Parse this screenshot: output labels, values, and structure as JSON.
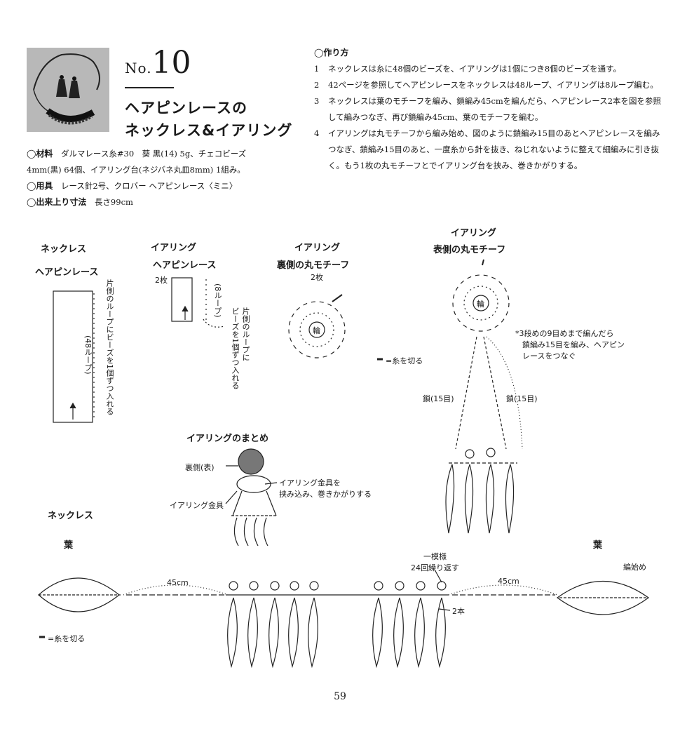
{
  "header": {
    "no_prefix": "No.",
    "no_number": "10",
    "title_line1": "ヘアピンレースの",
    "title_line2": "ネックレス&イアリング"
  },
  "materials": {
    "materials_label": "◯材料",
    "materials_line1": "ダルマレース糸#30　葵 黒(14) 5g、チェコビーズ",
    "materials_line2": "4mm(黒) 64個、イアリング台(ネジバネ丸皿8mm) 1組み。",
    "tools_label": "◯用具",
    "tools_text": "レース針2号、クロバー ヘアピンレース〈ミニ〉",
    "size_label": "◯出来上り寸法",
    "size_text": "長さ99cm"
  },
  "instructions": {
    "heading": "◯作り方",
    "steps": [
      {
        "n": "1",
        "text": "ネックレスは糸に48個のビーズを、イアリングは1個につき8個のビーズを通す。"
      },
      {
        "n": "2",
        "text": "42ページを参照してヘアピンレースをネックレスは48ループ、イアリングは8ループ編む。"
      },
      {
        "n": "3",
        "text": "ネックレスは葉のモチーフを編み、鎖編み45cmを編んだら、ヘアピンレース2本を図を参照して編みつなぎ、再び鎖編み45cm、葉のモチーフを編む。"
      },
      {
        "n": "4",
        "text": "イアリングは丸モチーフから編み始め、図のように鎖編み15目のあとヘアピンレースを編みつなぎ、鎖編み15目のあと、一度糸から針を抜き、ねじれないように整えて細編みに引き抜く。もう1枚の丸モチーフとでイアリング台を挟み、巻きかがりする。"
      }
    ]
  },
  "diagrams": {
    "necklace_hairpin": {
      "title1": "ネックレス",
      "title2": "ヘアピンレース",
      "loops": "(48ループ)",
      "note": "片側のループにビーズを1個ずつ入れる"
    },
    "earring_hairpin": {
      "title1": "イアリング",
      "title2": "ヘアピンレース",
      "count": "2枚",
      "loops": "(8ループ)",
      "note_line1": "片側のループに",
      "note_line2": "ビーズを1個ずつ入れる"
    },
    "back_motif": {
      "title1": "イアリング",
      "title2": "裏側の丸モチーフ",
      "count": "2枚",
      "center": "輪",
      "cut_note": "=糸を切る"
    },
    "front_motif": {
      "title1": "イアリング",
      "title2": "表側の丸モチーフ",
      "center": "輪",
      "note_line1": "*3段めの9目めまで編んだら",
      "note_line2": "鎖編み15目を編み、ヘアピン",
      "note_line3": "レースをつなぐ",
      "chain_left": "鎖(15目)",
      "chain_right": "鎖(15目)"
    },
    "assembly": {
      "title": "イアリングのまとめ",
      "back_label": "裏側(表)",
      "clasp_note_line1": "イアリング金具を",
      "clasp_note_line2": "挟み込み、巻きかがりする",
      "clasp_label": "イアリング金具"
    },
    "necklace": {
      "title": "ネックレス",
      "leaf_left": "葉",
      "leaf_right": "葉",
      "chain_left": "45cm",
      "chain_right": "45cm",
      "repeat_line1": "一模様",
      "repeat_line2": "24回繰り返す",
      "strands": "2本",
      "start": "編始め",
      "cut_note": "=糸を切る"
    }
  },
  "page_number": "59"
}
